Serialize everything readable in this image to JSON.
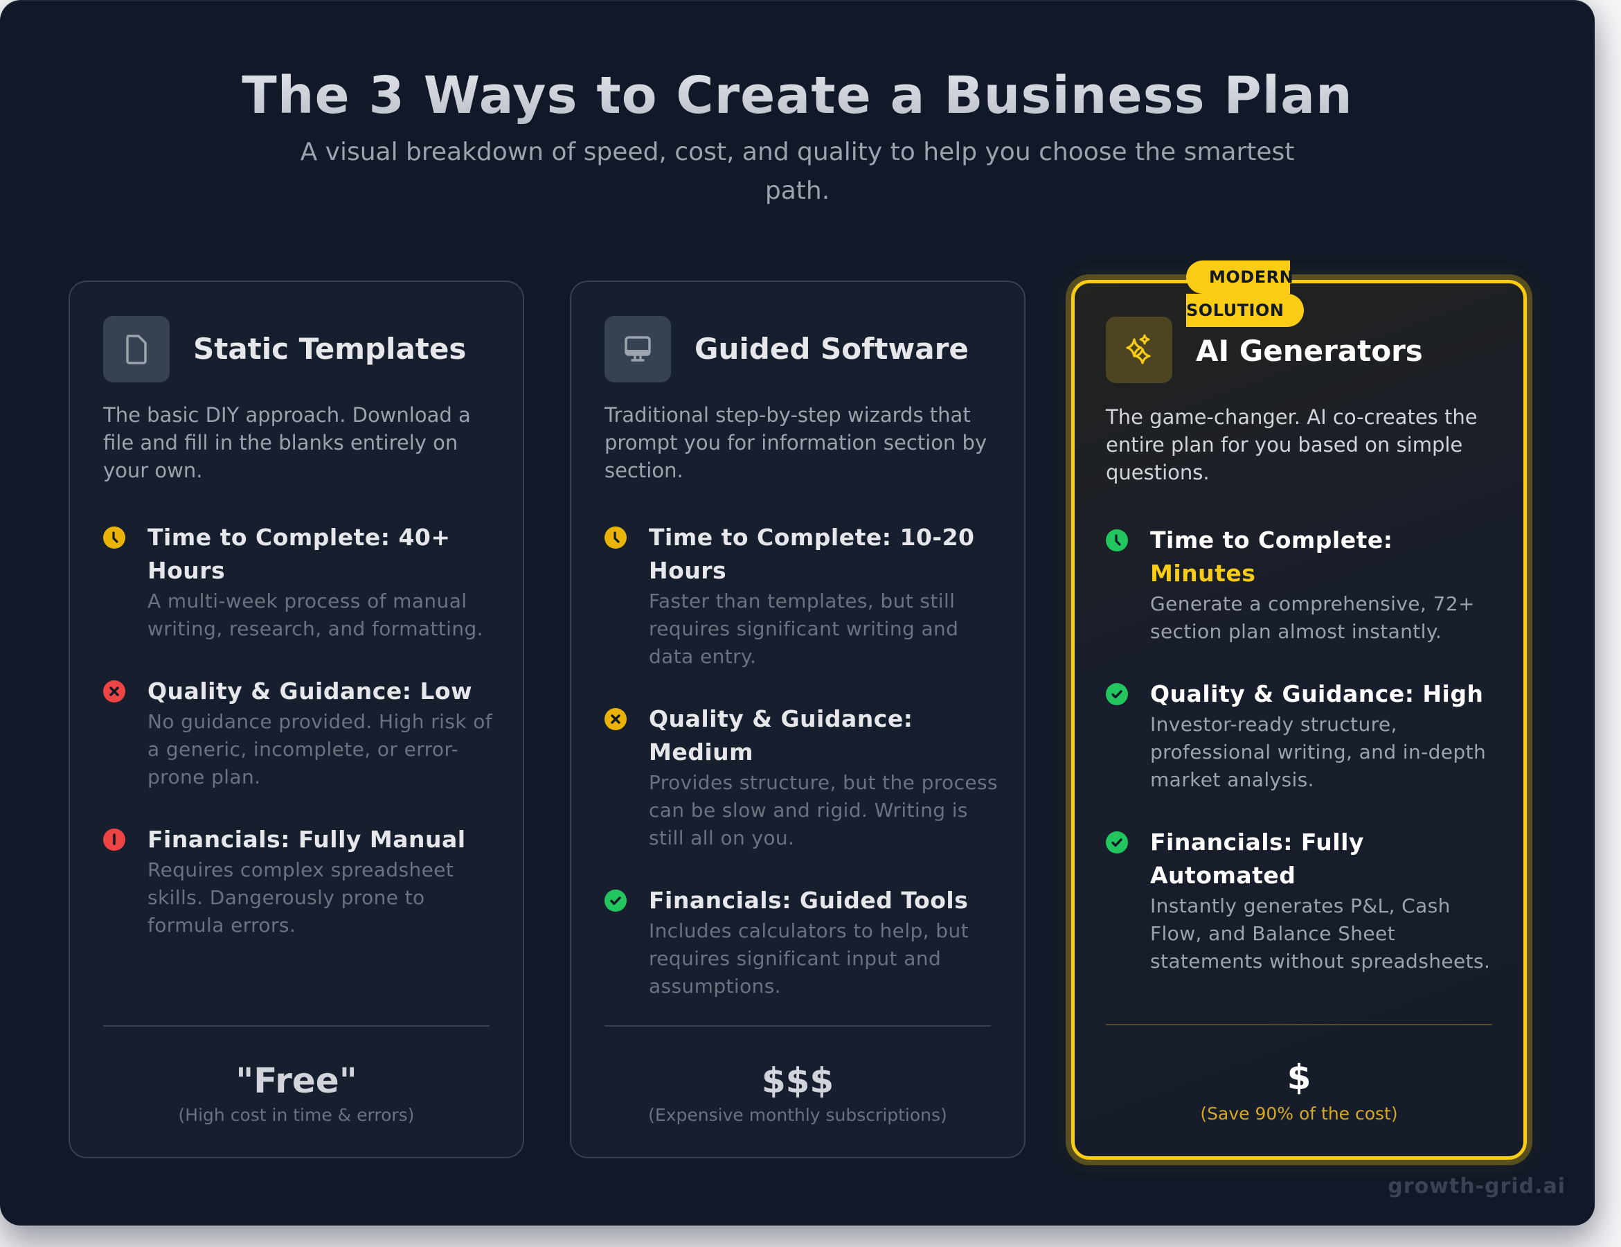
{
  "header": {
    "title": "The 3 Ways to Create a Business Plan",
    "subtitle": "A visual breakdown of speed, cost, and quality to help you choose the smartest path."
  },
  "colors": {
    "background": "#111827",
    "card": "#171e2d",
    "accent": "#facc15",
    "success": "#22c55e",
    "warning": "#eab308",
    "danger": "#ef4444"
  },
  "cards": [
    {
      "icon": "document-icon",
      "title": "Static Templates",
      "description": "The basic DIY approach. Download a file and fill in the blanks entirely on your own.",
      "features": [
        {
          "icon": "clock-icon",
          "status": "warning",
          "title": "Time to Complete: 40+ Hours",
          "highlight": "",
          "description": "A multi-week process of manual writing, research, and formatting."
        },
        {
          "icon": "x-circle-icon",
          "status": "danger",
          "title": "Quality & Guidance: Low",
          "highlight": "",
          "description": "No guidance provided. High risk of a generic, incomplete, or error-prone plan."
        },
        {
          "icon": "alert-circle-icon",
          "status": "danger",
          "title": "Financials: Fully Manual",
          "highlight": "",
          "description": "Requires complex spreadsheet skills. Dangerously prone to formula errors."
        }
      ],
      "price": "\"Free\"",
      "price_note": "(High cost in time & errors)"
    },
    {
      "icon": "monitor-icon",
      "title": "Guided Software",
      "description": "Traditional step-by-step wizards that prompt you for information section by section.",
      "features": [
        {
          "icon": "clock-icon",
          "status": "warning",
          "title": "Time to Complete: 10-20 Hours",
          "highlight": "",
          "description": "Faster than templates, but still requires significant writing and data entry."
        },
        {
          "icon": "x-circle-icon",
          "status": "warning",
          "title": "Quality & Guidance: Medium",
          "highlight": "",
          "description": "Provides structure, but the process can be slow and rigid. Writing is still all on you."
        },
        {
          "icon": "check-circle-icon",
          "status": "success",
          "title": "Financials: Guided Tools",
          "highlight": "",
          "description": "Includes calculators to help, but requires significant input and assumptions."
        }
      ],
      "price": "$$$",
      "price_note": "(Expensive monthly subscriptions)"
    },
    {
      "icon": "sparkles-icon",
      "badge_line1": "MODERN",
      "badge_line2": "SOLUTION",
      "title": "AI Generators",
      "description": "The game-changer. AI co-creates the entire plan for you based on simple questions.",
      "features": [
        {
          "icon": "clock-icon",
          "status": "success",
          "title": "Time to Complete: ",
          "highlight": "Minutes",
          "description": "Generate a comprehensive, 72+ section plan almost instantly."
        },
        {
          "icon": "check-circle-icon",
          "status": "success",
          "title": "Quality & Guidance: High",
          "highlight": "",
          "description": "Investor-ready structure, professional writing, and in-depth market analysis."
        },
        {
          "icon": "check-circle-icon",
          "status": "success",
          "title": "Financials: Fully Automated",
          "highlight": "",
          "description": "Instantly generates P&L, Cash Flow, and Balance Sheet statements without spreadsheets."
        }
      ],
      "price": "$",
      "price_note": "(Save 90% of the cost)"
    }
  ],
  "footer": {
    "watermark": "growth-grid.ai"
  }
}
